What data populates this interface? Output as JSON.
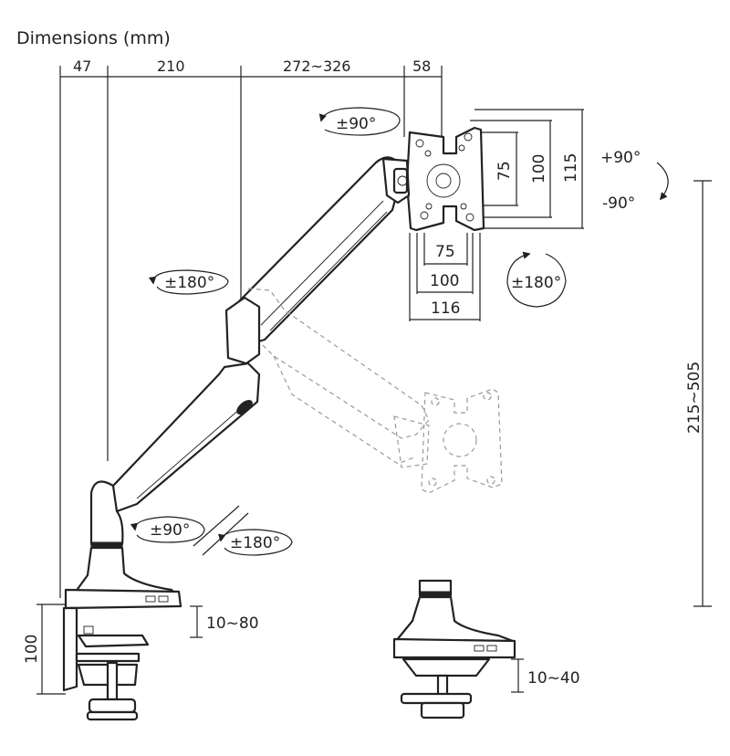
{
  "title": "Dimensions (mm)",
  "top_dimensions": [
    "47",
    "210",
    "272~326",
    "58"
  ],
  "vesa_vertical": [
    "75",
    "100",
    "115"
  ],
  "vesa_horizontal": [
    "75",
    "100",
    "116"
  ],
  "rotations": {
    "head_tilt_top": "±90°",
    "tilt_up": "+90°",
    "tilt_down": "-90°",
    "head_rotate": "±180°",
    "elbow_rotate": "±180°",
    "base_pan": "±90°",
    "base_rotate": "±180°"
  },
  "height_range": "215~505",
  "base_height": "100",
  "clamp_range": "10~80",
  "grommet_range": "10~40"
}
